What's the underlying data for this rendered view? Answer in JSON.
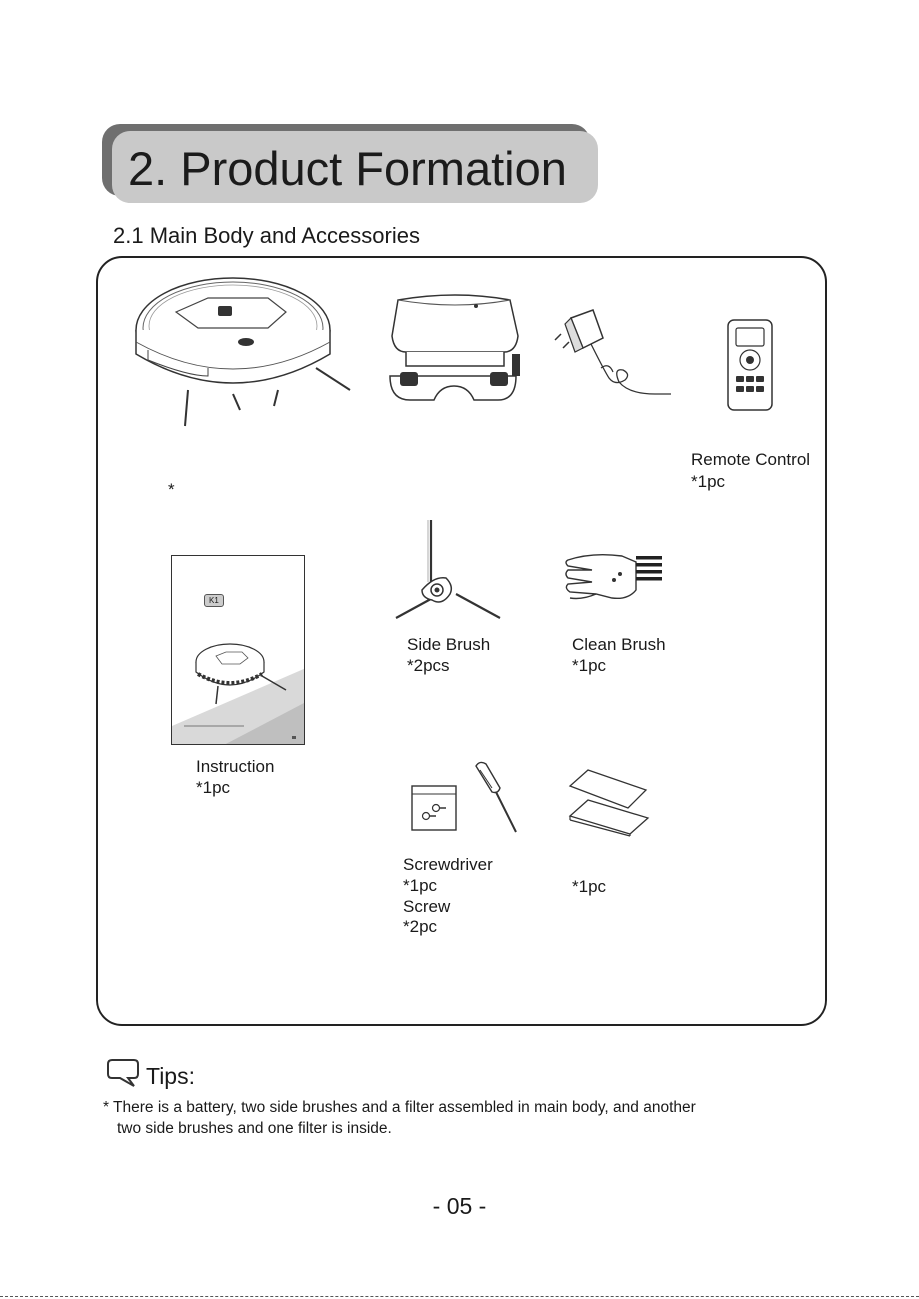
{
  "header": {
    "title": "2. Product Formation",
    "subtitle": "2.1 Main Body and Accessories"
  },
  "items": {
    "main_body_qty": "*",
    "remote_control": {
      "name": "Remote Control",
      "qty": "*1pc"
    },
    "side_brush": {
      "name": "Side Brush",
      "qty": "*2pcs"
    },
    "clean_brush": {
      "name": "Clean Brush",
      "qty": "*1pc"
    },
    "instruction": {
      "name": "Instruction",
      "qty": "*1pc",
      "badge": "K1"
    },
    "screwdriver": {
      "name": "Screwdriver",
      "qty": "*1pc"
    },
    "screw": {
      "name": "Screw",
      "qty": "*2pc"
    },
    "filter_qty": "*1pc"
  },
  "tips": {
    "label": "Tips:",
    "line1": "* There is a battery, two side brushes and a filter assembled in main body, and another",
    "line2": "two side brushes and one filter is inside."
  },
  "footer": {
    "page_number": "- 05 -"
  }
}
